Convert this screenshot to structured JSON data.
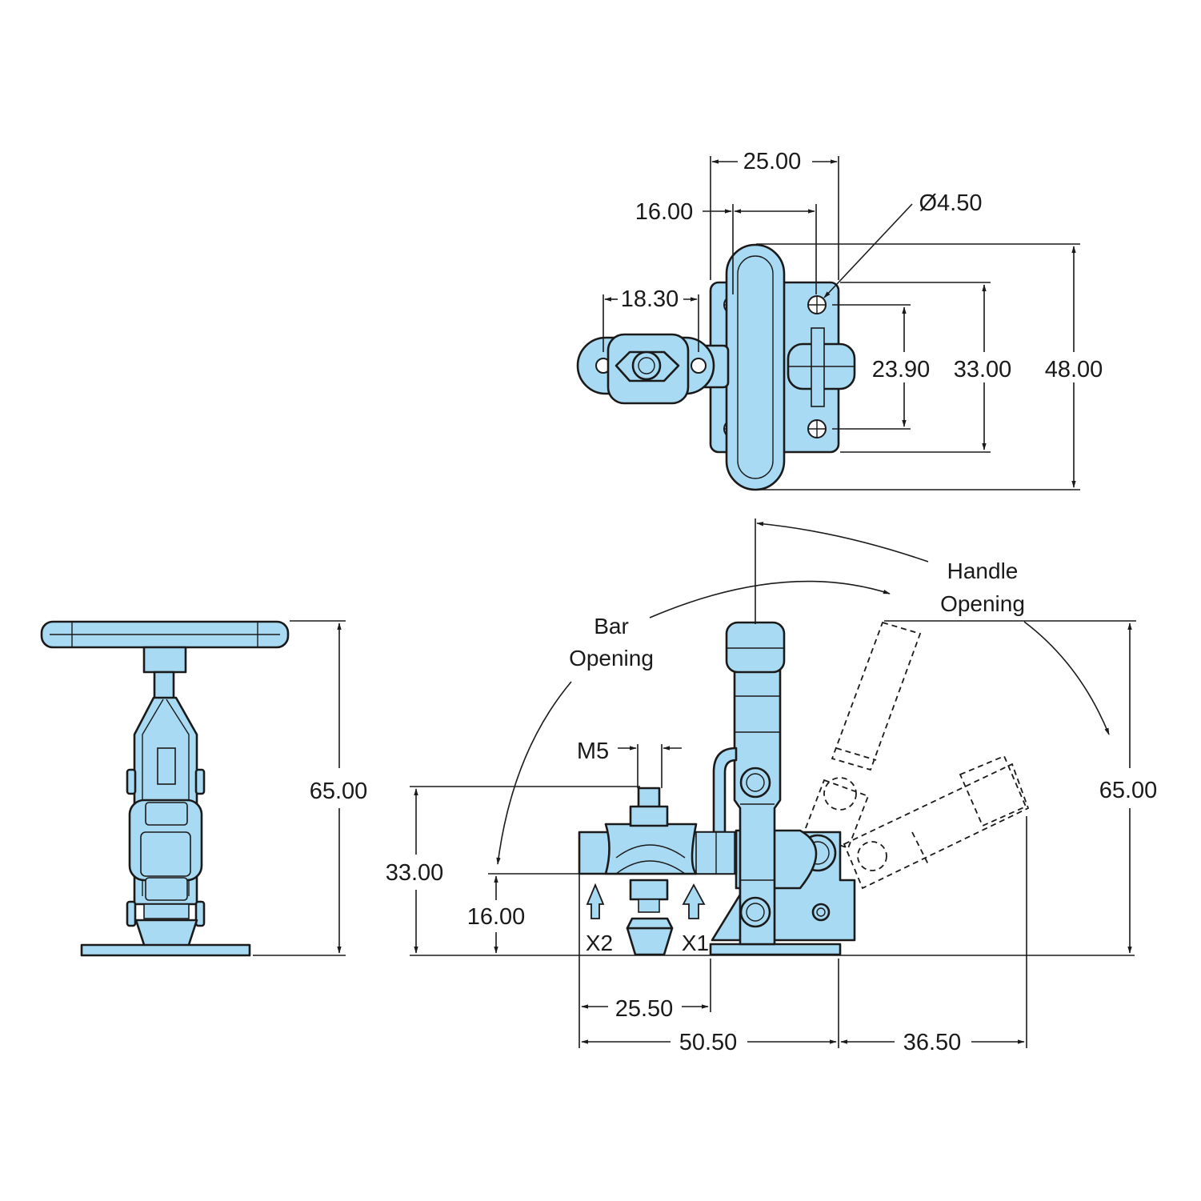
{
  "colors": {
    "part_fill": "#a9daf3",
    "line": "#1a1a1a",
    "background": "#ffffff"
  },
  "top_view": {
    "dims": {
      "width_25": "25.00",
      "width_16": "16.00",
      "hole_dia": "Ø4.50",
      "spindle_18": "18.30",
      "h_23": "23.90",
      "h_33": "33.00",
      "h_48": "48.00"
    }
  },
  "end_view": {
    "dims": {
      "height_65": "65.00"
    }
  },
  "side_view": {
    "dims": {
      "thread": "M5",
      "h_33": "33.00",
      "h_16": "16.00",
      "w_25_5": "25.50",
      "w_50_5": "50.50",
      "w_36_5": "36.50",
      "h_65": "65.00"
    },
    "labels": {
      "bar_opening_1": "Bar",
      "bar_opening_2": "Opening",
      "handle_opening_1": "Handle",
      "handle_opening_2": "Opening",
      "x1": "X1",
      "x2": "X2"
    }
  }
}
